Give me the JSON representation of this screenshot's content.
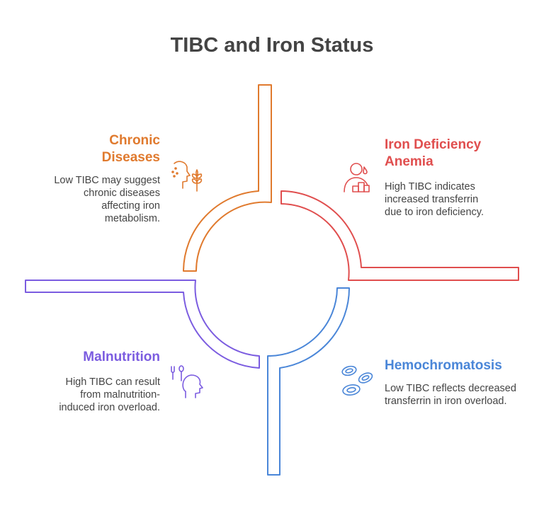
{
  "title": "TIBC and Iron Status",
  "quadrants": {
    "chronic": {
      "title_lines": [
        "Chronic",
        "Diseases"
      ],
      "desc_lines": [
        "Low TIBC may suggest",
        "chronic diseases",
        "affecting iron",
        "metabolism."
      ],
      "color": "#E07A2E",
      "icon": "head-wheat-icon"
    },
    "anemia": {
      "title_lines": [
        "Iron Deficiency",
        "Anemia"
      ],
      "desc_lines": [
        "High TIBC indicates",
        "increased transferrin",
        "due to iron deficiency."
      ],
      "color": "#E04E4E",
      "icon": "person-chart-icon"
    },
    "malnutrition": {
      "title_lines": [
        "Malnutrition"
      ],
      "desc_lines": [
        "High TIBC can result",
        "from malnutrition-",
        "induced iron overload."
      ],
      "color": "#7B5CE0",
      "icon": "fork-spoon-head-icon"
    },
    "hemochromatosis": {
      "title_lines": [
        "Hemochromatosis"
      ],
      "desc_lines": [
        "Low TIBC reflects decreased",
        "transferrin in iron overload."
      ],
      "color": "#4A86D8",
      "icon": "blood-cells-icon"
    }
  }
}
